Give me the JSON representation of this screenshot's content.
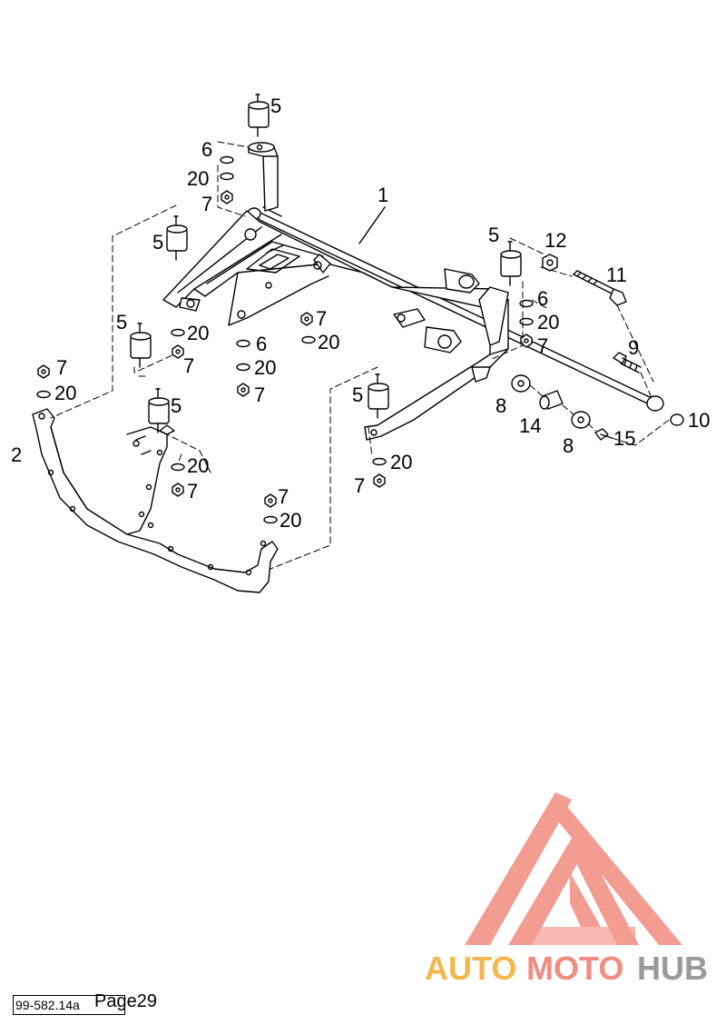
{
  "diagram": {
    "callouts": [
      {
        "id": "c5a",
        "text": "5"
      },
      {
        "id": "c6a",
        "text": "6"
      },
      {
        "id": "c20a",
        "text": "20"
      },
      {
        "id": "c7a",
        "text": "7"
      },
      {
        "id": "c1",
        "text": "1"
      },
      {
        "id": "c5b",
        "text": "5"
      },
      {
        "id": "c5c",
        "text": "5"
      },
      {
        "id": "c12",
        "text": "12"
      },
      {
        "id": "c11",
        "text": "11"
      },
      {
        "id": "c6b",
        "text": "6"
      },
      {
        "id": "c20b",
        "text": "20"
      },
      {
        "id": "c7b",
        "text": "7"
      },
      {
        "id": "c5d",
        "text": "5"
      },
      {
        "id": "c20c",
        "text": "20"
      },
      {
        "id": "c7c",
        "text": "7"
      },
      {
        "id": "c6c",
        "text": "6"
      },
      {
        "id": "c20d",
        "text": "20"
      },
      {
        "id": "c7d",
        "text": "7"
      },
      {
        "id": "c7e",
        "text": "7"
      },
      {
        "id": "c20e",
        "text": "20"
      },
      {
        "id": "c9",
        "text": "9"
      },
      {
        "id": "c7f",
        "text": "7"
      },
      {
        "id": "c20f",
        "text": "20"
      },
      {
        "id": "c5e",
        "text": "5"
      },
      {
        "id": "c5f",
        "text": "5"
      },
      {
        "id": "c8a",
        "text": "8"
      },
      {
        "id": "c14",
        "text": "14"
      },
      {
        "id": "c10",
        "text": "10"
      },
      {
        "id": "c8b",
        "text": "8"
      },
      {
        "id": "c15",
        "text": "15"
      },
      {
        "id": "c2",
        "text": "2"
      },
      {
        "id": "c20g",
        "text": "20"
      },
      {
        "id": "c7g",
        "text": "7"
      },
      {
        "id": "c20h",
        "text": "20"
      },
      {
        "id": "c7h",
        "text": "7"
      },
      {
        "id": "c7i",
        "text": "7"
      },
      {
        "id": "c20i",
        "text": "20"
      }
    ]
  },
  "logo": {
    "text_part1": "AUTO",
    "text_part2": "MOTO",
    "text_part3": "HUB",
    "colors": {
      "auto": "#f2b84b",
      "moto": "#f28b80",
      "hub": "#9a9a9a",
      "triangle": "#f28b80"
    }
  },
  "footer": {
    "code": "99-582.14a",
    "page": "Page29"
  }
}
